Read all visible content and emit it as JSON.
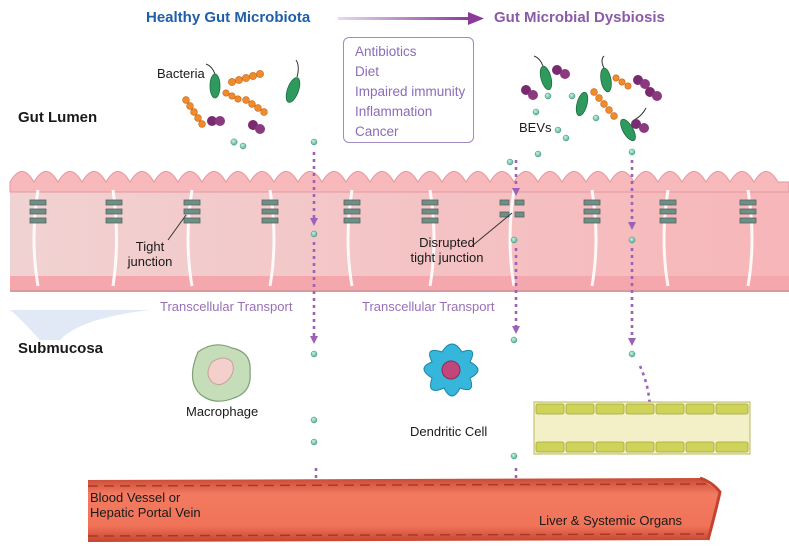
{
  "header": {
    "left_title": "Healthy Gut Microbiota",
    "right_title": "Gut Microbial Dysbiosis"
  },
  "factors": [
    "Antibiotics",
    "Diet",
    "Impaired immunity",
    "Inflammation",
    "Cancer"
  ],
  "regions": {
    "lumen": "Gut Lumen",
    "submucosa": "Submucosa"
  },
  "labels": {
    "bacteria": "Bacteria",
    "bevs": "BEVs",
    "tight_junction_line1": "Tight",
    "tight_junction_line2": "junction",
    "disrupted_line1": "Disrupted",
    "disrupted_line2": "tight junction",
    "transport_left": "Transcellular Transport",
    "transport_right": "Transcellular Transport",
    "macrophage": "Macrophage",
    "dendritic": "Dendritic Cell",
    "vessel_line1": "Blood Vessel or",
    "vessel_line2": "Hepatic Portal Vein",
    "organs": "Liver & Systemic Organs"
  },
  "colors": {
    "epithelium": "#f5b3b6",
    "vessel": "#f06a52",
    "arrow_purple": "#9b62b8",
    "bacteria_green": "#2f9a5e",
    "bacteria_orange": "#f08a2b",
    "bacteria_purple": "#7a2a70",
    "bev_teal": "#7fd0b6",
    "lymph_yellow": "#cfd35a",
    "macrophage": "#b9d6b0",
    "dendritic": "#37b6dc"
  }
}
